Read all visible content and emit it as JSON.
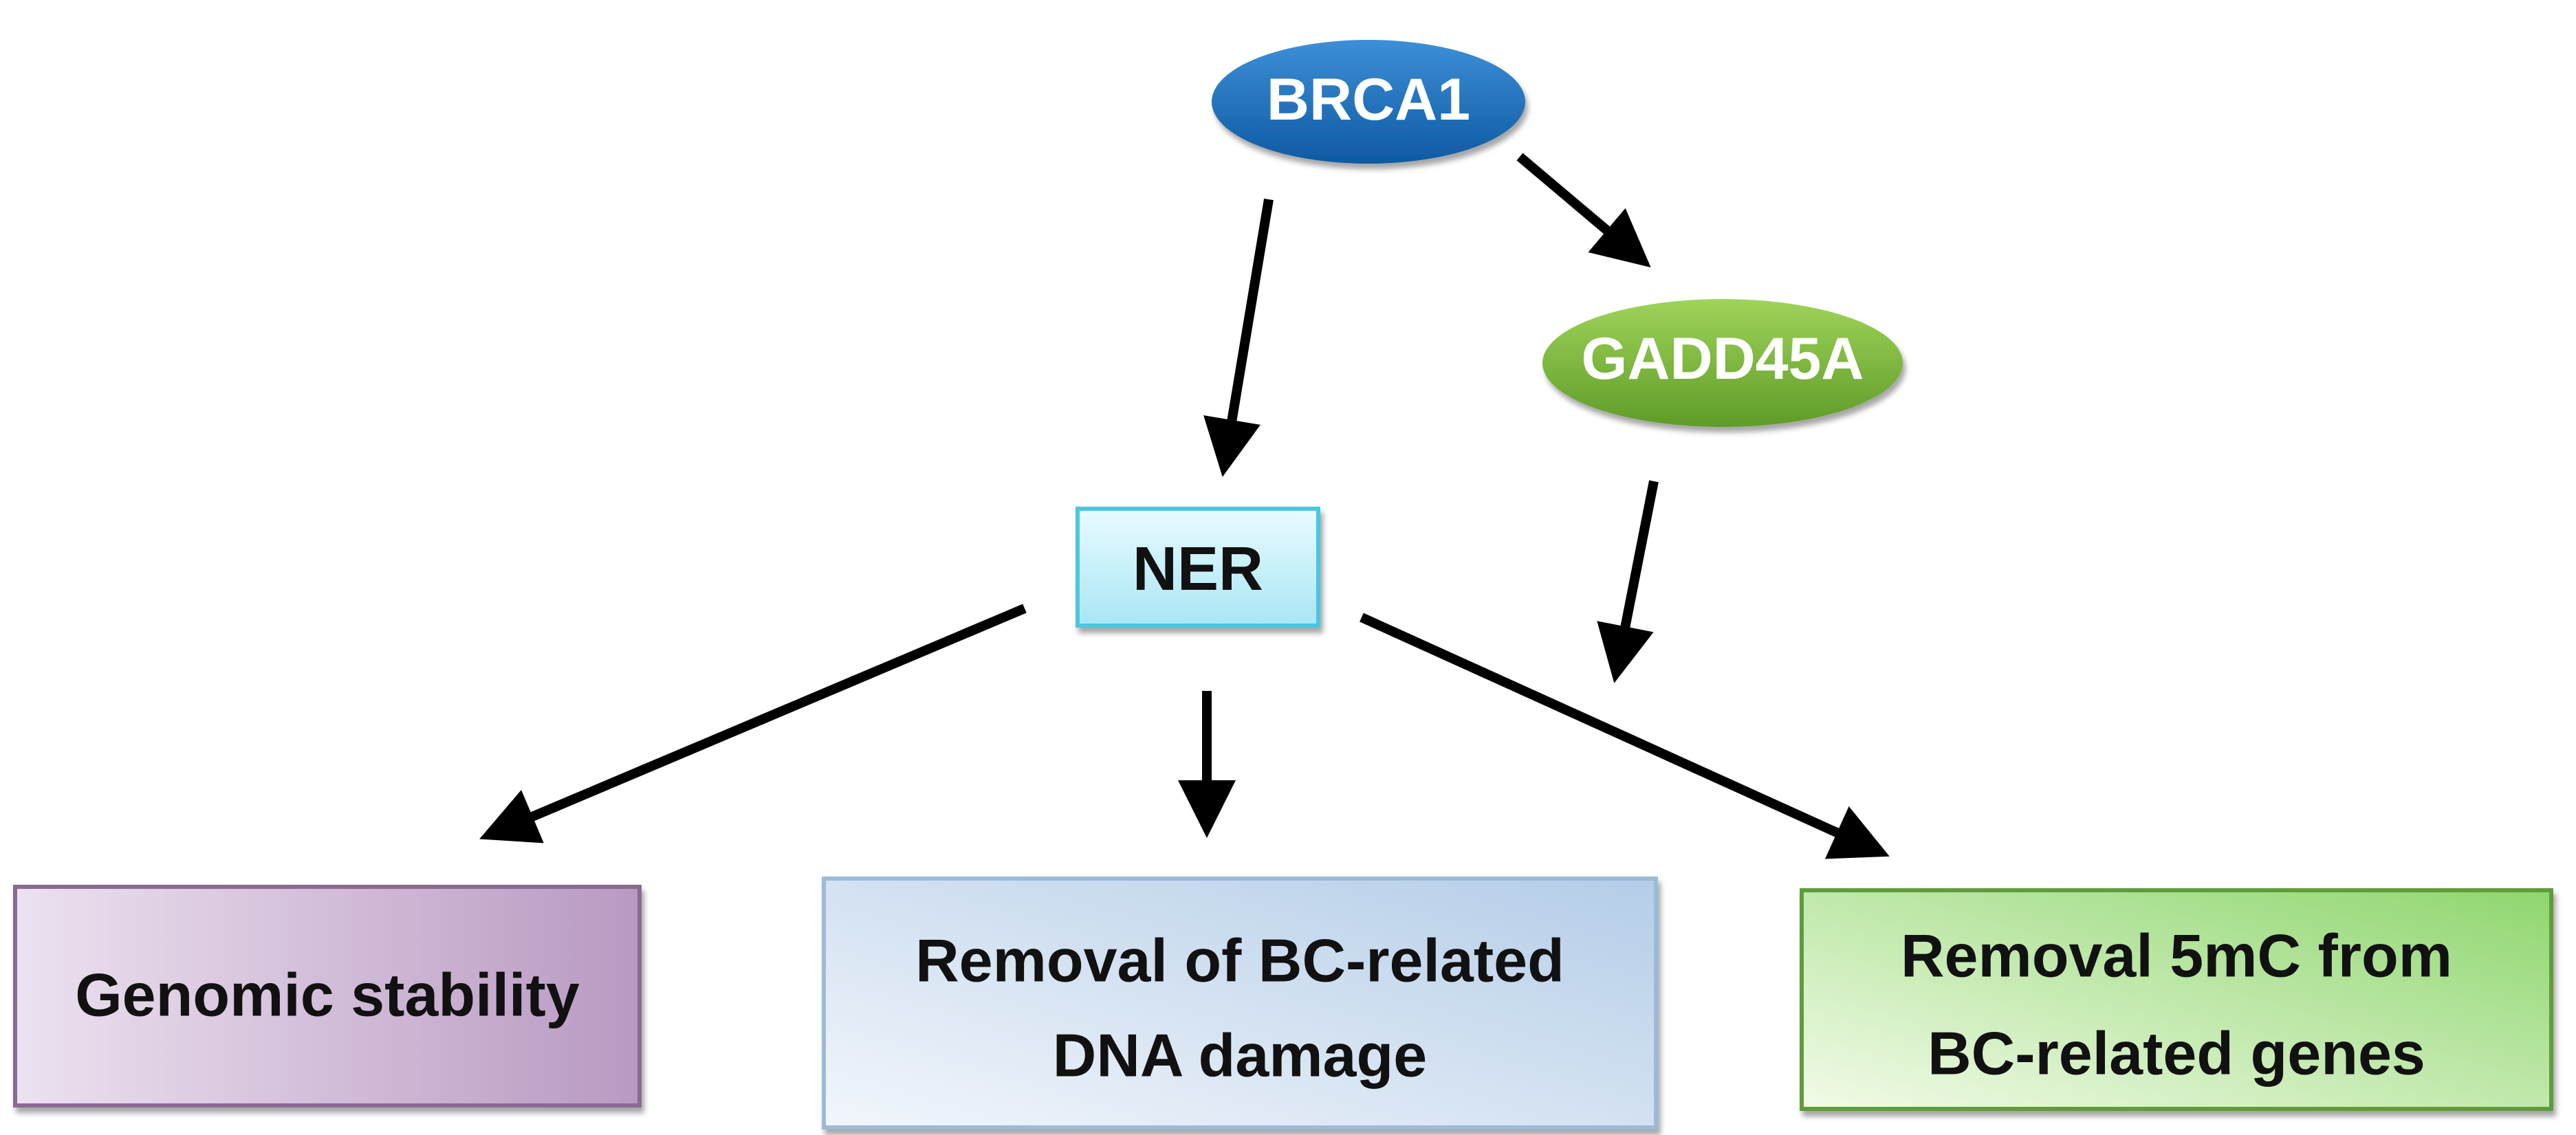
{
  "nodes": {
    "brca1": {
      "label": "BRCA1",
      "color": "#1a6fba"
    },
    "gadd45a": {
      "label": "GADD45A",
      "color": "#7cb83a"
    },
    "ner": {
      "label": "NER",
      "color": "#c8f2fb"
    }
  },
  "outcomes": {
    "genomic_stability": {
      "line1": "Genomic stability",
      "color": "#c8a6cc"
    },
    "dna_damage_removal": {
      "line1": "Removal of BC-related",
      "line2": "DNA damage",
      "color": "#c9ddf0"
    },
    "demethylation": {
      "line1": "Removal 5mC from",
      "line2": "BC-related genes",
      "color": "#a9e08f"
    }
  },
  "edges": [
    {
      "from": "brca1",
      "to": "ner"
    },
    {
      "from": "brca1",
      "to": "gadd45a"
    },
    {
      "from": "gadd45a",
      "to": "ner_to_demethylation_edge"
    },
    {
      "from": "ner",
      "to": "genomic_stability"
    },
    {
      "from": "ner",
      "to": "dna_damage_removal"
    },
    {
      "from": "ner",
      "to": "demethylation"
    }
  ]
}
